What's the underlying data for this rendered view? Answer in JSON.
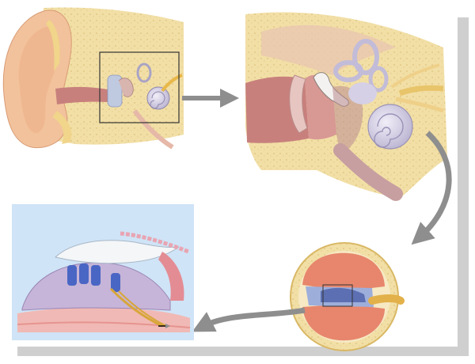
{
  "figure": {
    "panels": [
      {
        "id": "outer-ear",
        "depicts": "ear-cross-section-with-zoom-box"
      },
      {
        "id": "middle-inner-ear",
        "depicts": "middle-ear-ossicles-and-cochlea"
      },
      {
        "id": "cochlea-cross-section",
        "depicts": "cochlear-duct-cross-section-with-zoom-box"
      },
      {
        "id": "organ-of-corti",
        "depicts": "hair-cells-and-tectorial-membrane"
      }
    ],
    "arrows": [
      {
        "from": "outer-ear",
        "to": "middle-inner-ear"
      },
      {
        "from": "middle-inner-ear",
        "to": "cochlea-cross-section"
      },
      {
        "from": "cochlea-cross-section",
        "to": "organ-of-corti"
      }
    ],
    "colors": {
      "skin": "#f2c29c",
      "bone": "#f3e2b0",
      "canal": "#c8807d",
      "cochlea": "#d8d4e8",
      "nerve": "#e8b84a",
      "panel_bg": "#cfe4f6",
      "arrow": "#8e8e8e",
      "shadow": "#cfcfcf"
    }
  }
}
